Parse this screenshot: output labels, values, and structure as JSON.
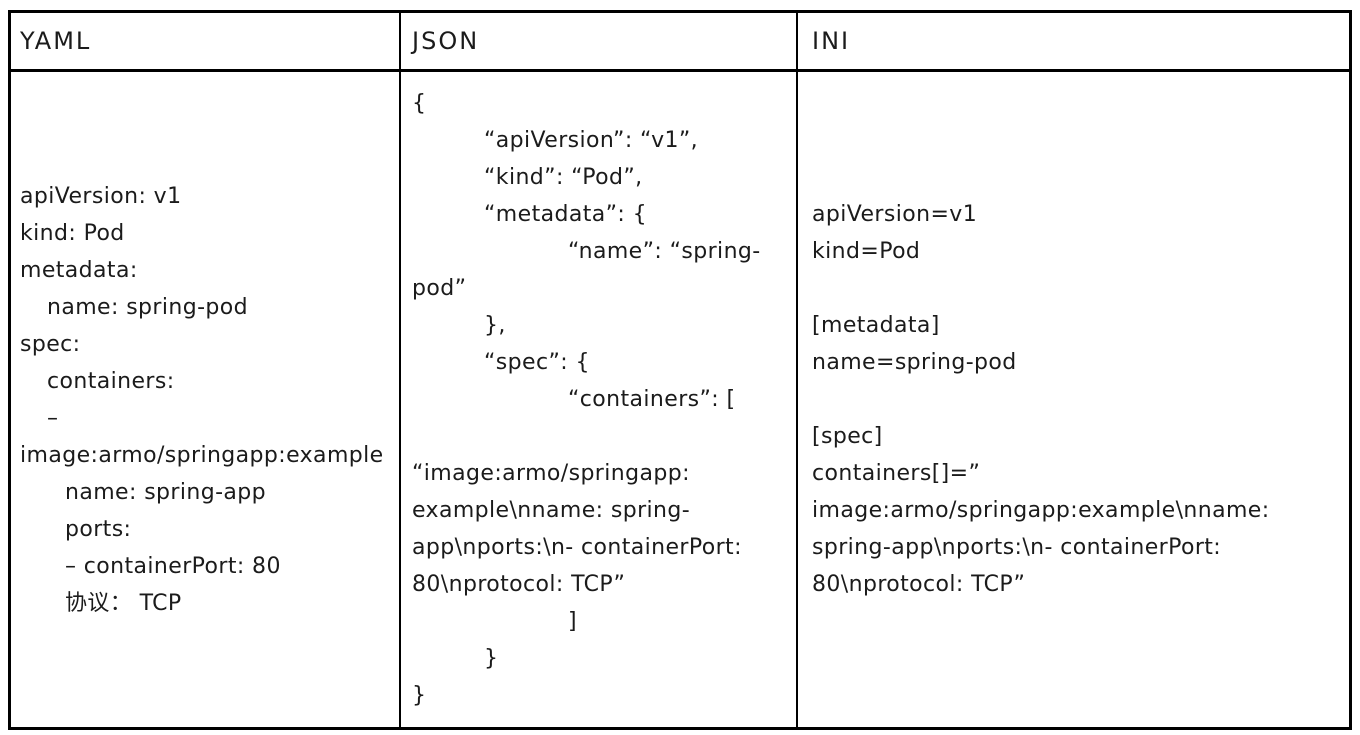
{
  "table": {
    "columns": [
      {
        "header": "YAML",
        "lines": [
          {
            "text": "apiVersion: v1",
            "indent": 0
          },
          {
            "text": "kind: Pod",
            "indent": 0
          },
          {
            "text": "metadata:",
            "indent": 0
          },
          {
            "text": "name: spring-pod",
            "indent": 1
          },
          {
            "text": "spec:",
            "indent": 0
          },
          {
            "text": "containers:",
            "indent": 1
          },
          {
            "text": "–",
            "indent": 1
          },
          {
            "text": "image:armo/springapp:example",
            "indent": 0
          },
          {
            "text": "name: spring-app",
            "indent": 2
          },
          {
            "text": "ports:",
            "indent": 2
          },
          {
            "text": "– containerPort: 80",
            "indent": 2
          },
          {
            "text": "协议： TCP",
            "indent": 2
          }
        ]
      },
      {
        "header": "JSON",
        "lines": [
          {
            "text": "{",
            "indent": 0
          },
          {
            "text": "“apiVersion”: “v1”,",
            "indent": 1
          },
          {
            "text": "“kind”: “Pod”,",
            "indent": 1
          },
          {
            "text": "“metadata”: {",
            "indent": 1
          },
          {
            "text": "“name”: “spring-",
            "indent": 2
          },
          {
            "text": "pod”",
            "indent": 0
          },
          {
            "text": "},",
            "indent": 1
          },
          {
            "text": "“spec”: {",
            "indent": 1
          },
          {
            "text": "“containers”: [",
            "indent": 2
          },
          {
            "text": "",
            "indent": 0
          },
          {
            "text": "“image:armo/springapp:",
            "indent": 0
          },
          {
            "text": "example\\nname: spring-",
            "indent": 0
          },
          {
            "text": "app\\nports:\\n- containerPort:",
            "indent": 0
          },
          {
            "text": "80\\nprotocol: TCP”",
            "indent": 0
          },
          {
            "text": "]",
            "indent": 2
          },
          {
            "text": "}",
            "indent": 1
          },
          {
            "text": "}",
            "indent": 0
          }
        ]
      },
      {
        "header": "INI",
        "lines": [
          {
            "text": "apiVersion=v1",
            "indent": 0
          },
          {
            "text": "kind=Pod",
            "indent": 0
          },
          {
            "text": "",
            "indent": 0
          },
          {
            "text": "[metadata]",
            "indent": 0
          },
          {
            "text": "name=spring-pod",
            "indent": 0
          },
          {
            "text": "",
            "indent": 0
          },
          {
            "text": "[spec]",
            "indent": 0
          },
          {
            "text": "containers[]=”",
            "indent": 0
          },
          {
            "text": "image:armo/springapp:example\\nname:",
            "indent": 0
          },
          {
            "text": "spring-app\\nports:\\n- containerPort:",
            "indent": 0
          },
          {
            "text": "80\\nprotocol: TCP”",
            "indent": 0
          }
        ]
      }
    ]
  },
  "colors": {
    "text": "#1b1b1b",
    "border": "#000000",
    "background": "#ffffff"
  }
}
